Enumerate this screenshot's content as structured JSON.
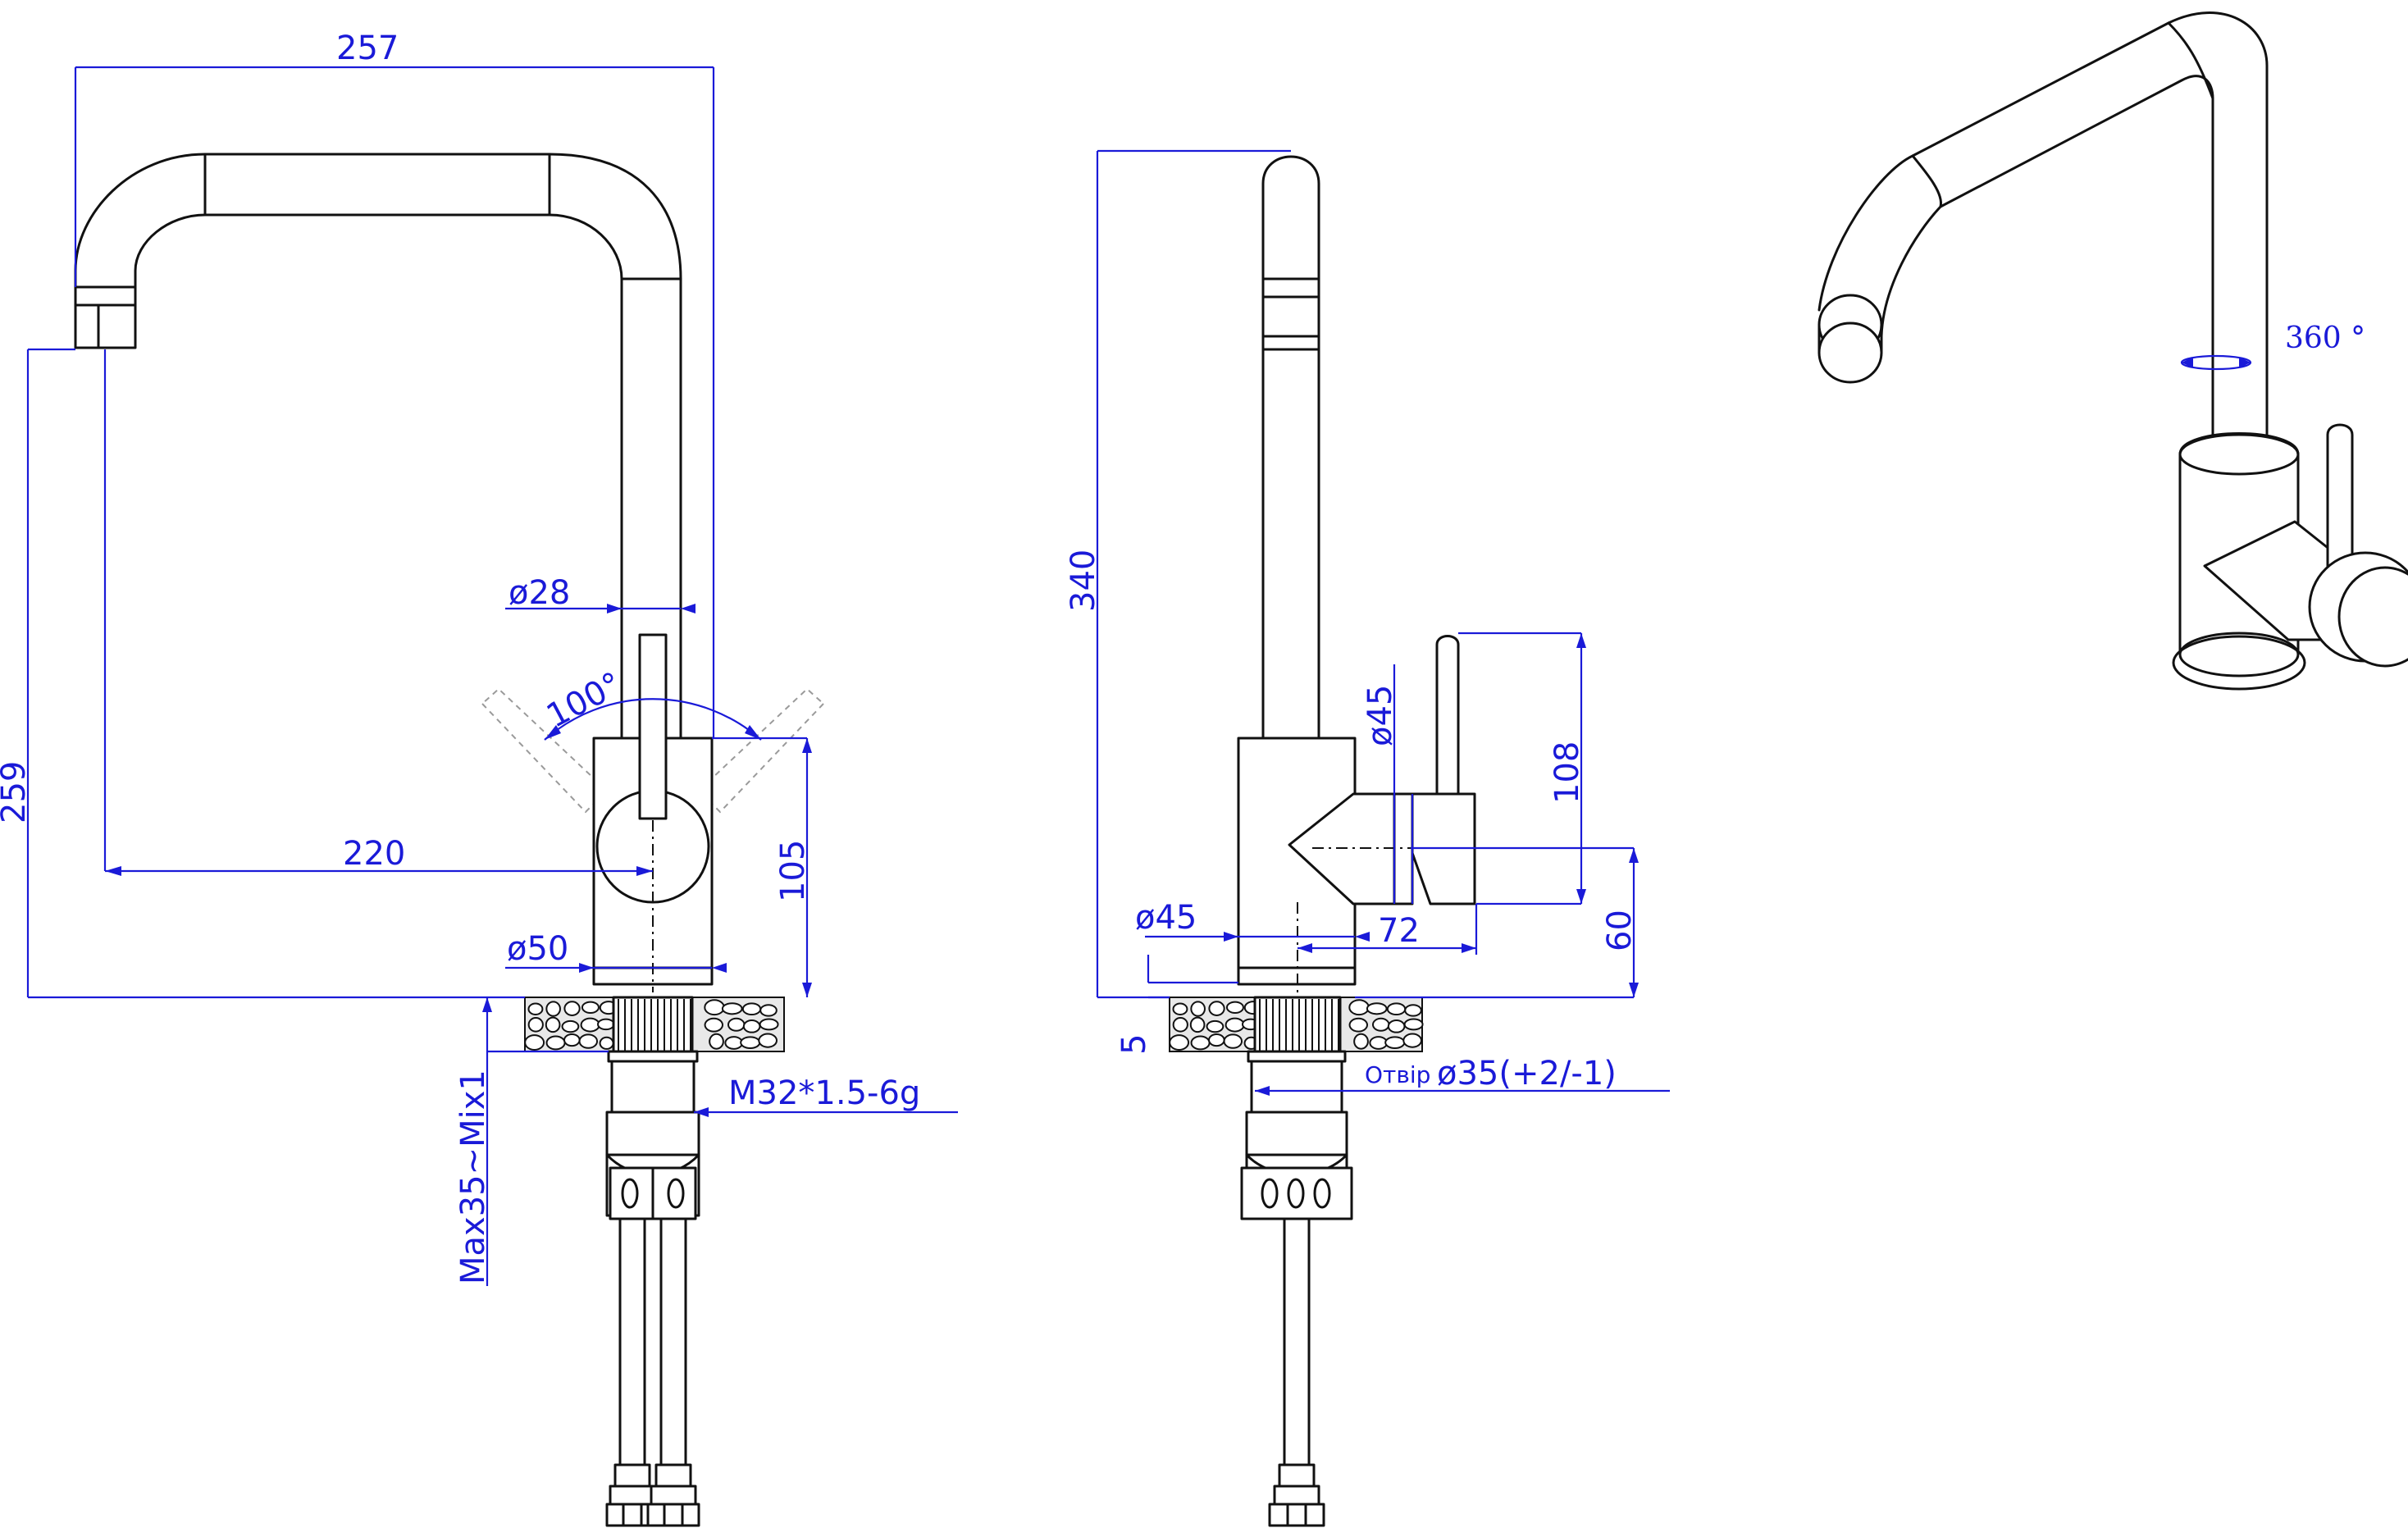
{
  "dimensions": {
    "front_overall_width": "257",
    "front_overall_height": "259",
    "front_spout_reach": "220",
    "front_tube_diameter": "ø28",
    "front_handle_angle": "100°",
    "front_body_height": "105",
    "front_body_diameter": "ø50",
    "front_mounting_range": "Max35~Mix1",
    "front_thread": "M32*1.5-6g",
    "side_total_height": "340",
    "side_handle_diameter": "ø45",
    "side_handle_height": "108",
    "side_handle_offset": "72",
    "side_handle_base_height": "60",
    "side_body_diameter": "ø45",
    "side_base_plate": "5",
    "side_hole_label": "Отвір",
    "side_hole_diameter": "ø35(+2/-1)",
    "iso_rotation": "360 °"
  },
  "colors": {
    "dimension": "#1a1ad8",
    "outline": "#111111",
    "ghost": "#9a9a9a"
  }
}
